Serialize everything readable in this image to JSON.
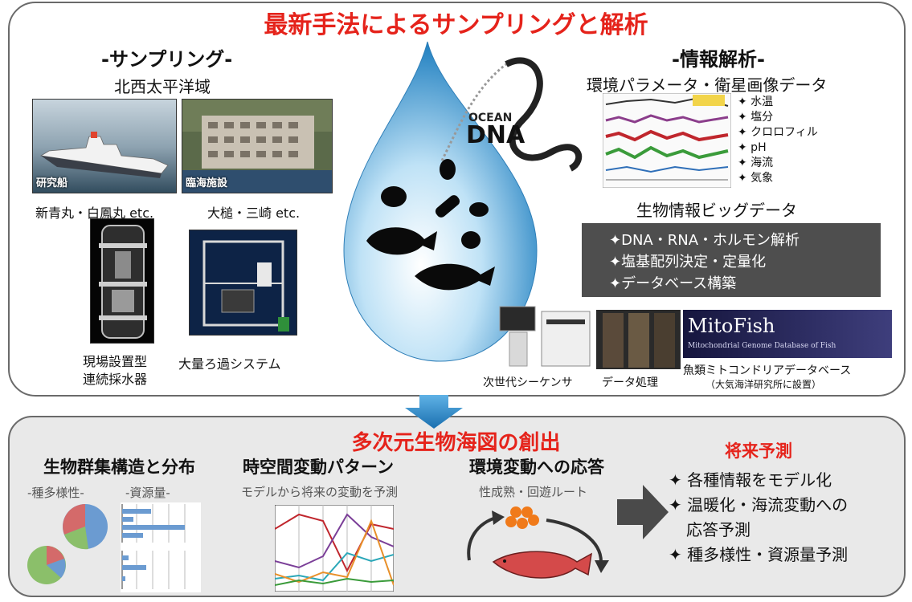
{
  "title": "最新手法によるサンプリングと解析",
  "sampling": {
    "heading": "-サンプリング-",
    "region": "北西太平洋域",
    "photo_ship_label": "研究船",
    "photo_facility_label": "臨海施設",
    "ships_caption": "新青丸・白鳳丸 etc.",
    "facilities_caption": "大槌・三崎 etc.",
    "sampler_caption_1": "現場設置型",
    "sampler_caption_2": "連続採水器",
    "filtration_caption": "大量ろ過システム"
  },
  "drop": {
    "logo_small": "OCEAN",
    "logo_big": "DNA"
  },
  "analysis": {
    "heading": "-情報解析-",
    "env_heading": "環境パラメータ・衛星画像データ",
    "env_params": [
      "✦ 水温",
      "✦ 塩分",
      "✦ クロロフィル",
      "✦ pH",
      "✦ 海流",
      "✦ 気象"
    ],
    "bio_heading": "生物情報ビッグデータ",
    "bio_items": [
      "✦DNA・RNA・ホルモン解析",
      "✦塩基配列決定・定量化",
      "✦データベース構築"
    ],
    "sequencer_caption": "次世代シーケンサ",
    "data_caption": "データ処理",
    "mitofish_logo": "MitoFish",
    "mitofish_sub": "Mitochondrial Genome Database of Fish",
    "mitofish_caption": "魚類ミトコンドリアデータベース",
    "mitofish_note": "（大気海洋研究所に設置）"
  },
  "bottom": {
    "title": "多次元生物海図の創出",
    "community": {
      "heading": "生物群集構造と分布",
      "diversity": "-種多様性-",
      "biomass": "-資源量-"
    },
    "spatiotemporal": {
      "heading": "時空間変動パターン",
      "sub": "モデルから将来の変動を予測"
    },
    "response": {
      "heading": "環境変動への応答",
      "sub": "性成熟・回遊ルート"
    },
    "future": {
      "heading": "将来予測",
      "items": [
        "✦ 各種情報をモデル化",
        "✦ 温暖化・海流変動への",
        "応答予測",
        "✦ 種多様性・資源量予測"
      ]
    }
  },
  "colors": {
    "accent_red": "#e5231b",
    "panel_border": "#6a6a6a",
    "box_dark": "#4e4e4e",
    "arrow_blue": "#2a86c6"
  }
}
